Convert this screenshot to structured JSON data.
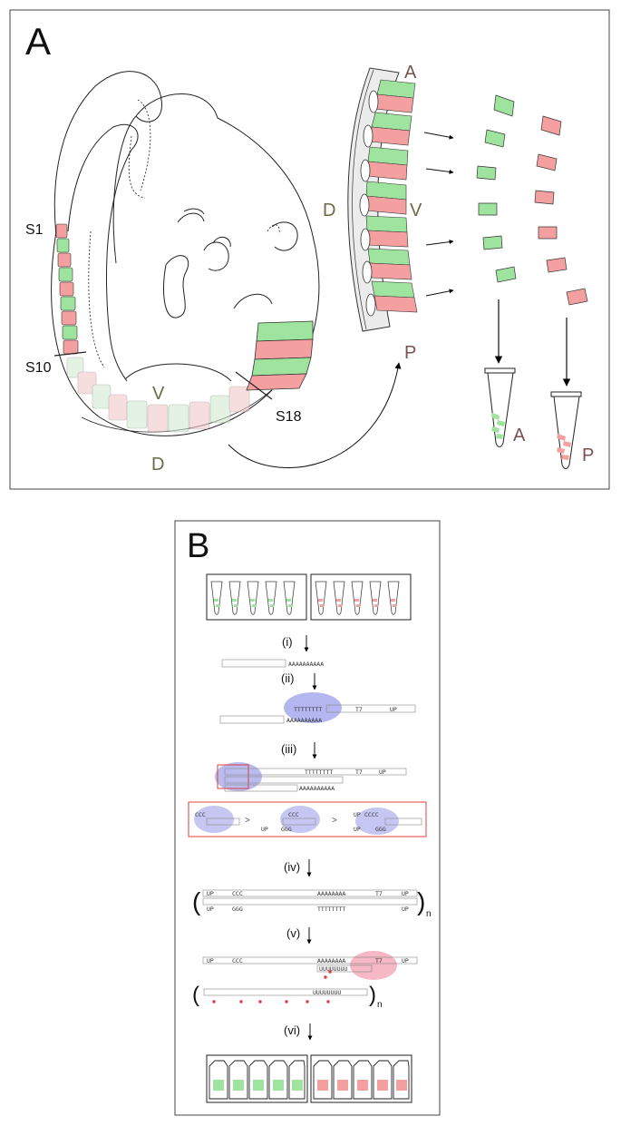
{
  "panelA": {
    "letter": "A",
    "somite_labels": {
      "s1": "S1",
      "s10": "S10",
      "s18": "S18"
    },
    "embryo_axis": {
      "ventral": "V",
      "dorsal": "D"
    },
    "strip_axis": {
      "anterior": "A",
      "dorsal": "D",
      "ventral": "V",
      "posterior": "P"
    },
    "tube_labels": {
      "anterior": "A",
      "posterior": "P"
    }
  },
  "panelB": {
    "letter": "B",
    "steps": [
      "(i)",
      "(ii)",
      "(iii)",
      "(iv)",
      "(v)",
      "(vi)"
    ],
    "polyA": "AAAAAAAAAA",
    "oligo_dT": "TTTTTTTT",
    "polyA_short": "AAAAAAAA",
    "polyU": "UUUUUUUU",
    "t7": "T7",
    "up": "UP",
    "ccc": "CCC",
    "cccc": "CCCC",
    "ggg": "GGG",
    "arrowhead": ">",
    "subscript_n": "n",
    "paren_open": "(",
    "paren_close": ")"
  },
  "colors": {
    "anterior_green": "#9ee39e",
    "posterior_pink": "#f4a0a0",
    "blue_blob": "#8c8fe6",
    "pink_blob": "#f19aab",
    "red_box": "#e03c3c"
  }
}
